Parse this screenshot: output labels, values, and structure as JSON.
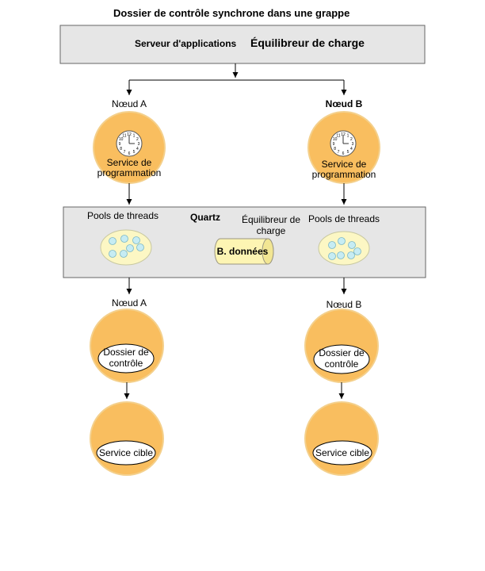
{
  "title": "Dossier de contrôle synchrone dans une grappe",
  "top_bar": {
    "app_server": "Serveur d'applications",
    "load_balancer": "Équilibreur de charge"
  },
  "nodes": {
    "node_a": "Nœud A",
    "node_b": "Nœud B"
  },
  "scheduling_service": [
    "Service de",
    "programmation"
  ],
  "middle_bar": {
    "thread_pools_left": "Pools de threads",
    "quartz": "Quartz",
    "load_balancer": [
      "Équilibreur de",
      "charge"
    ],
    "database": "B. données",
    "thread_pools_right": "Pools de threads"
  },
  "checkpoint_file": [
    "Dossier de",
    "contrôle"
  ],
  "target_service": "Service cible",
  "clock_numbers": [
    "12",
    "1",
    "2",
    "3",
    "4",
    "5",
    "6",
    "7",
    "8",
    "9",
    "10",
    "11"
  ],
  "colors": {
    "box_fill": "#e6e6e6",
    "circle_fill": "#f9be5f",
    "circle_stroke": "#f4d08c",
    "pool_fill": "#fcf7c4",
    "thread_fill": "#c6ecf3",
    "database_fill": "#fdf5b3"
  }
}
